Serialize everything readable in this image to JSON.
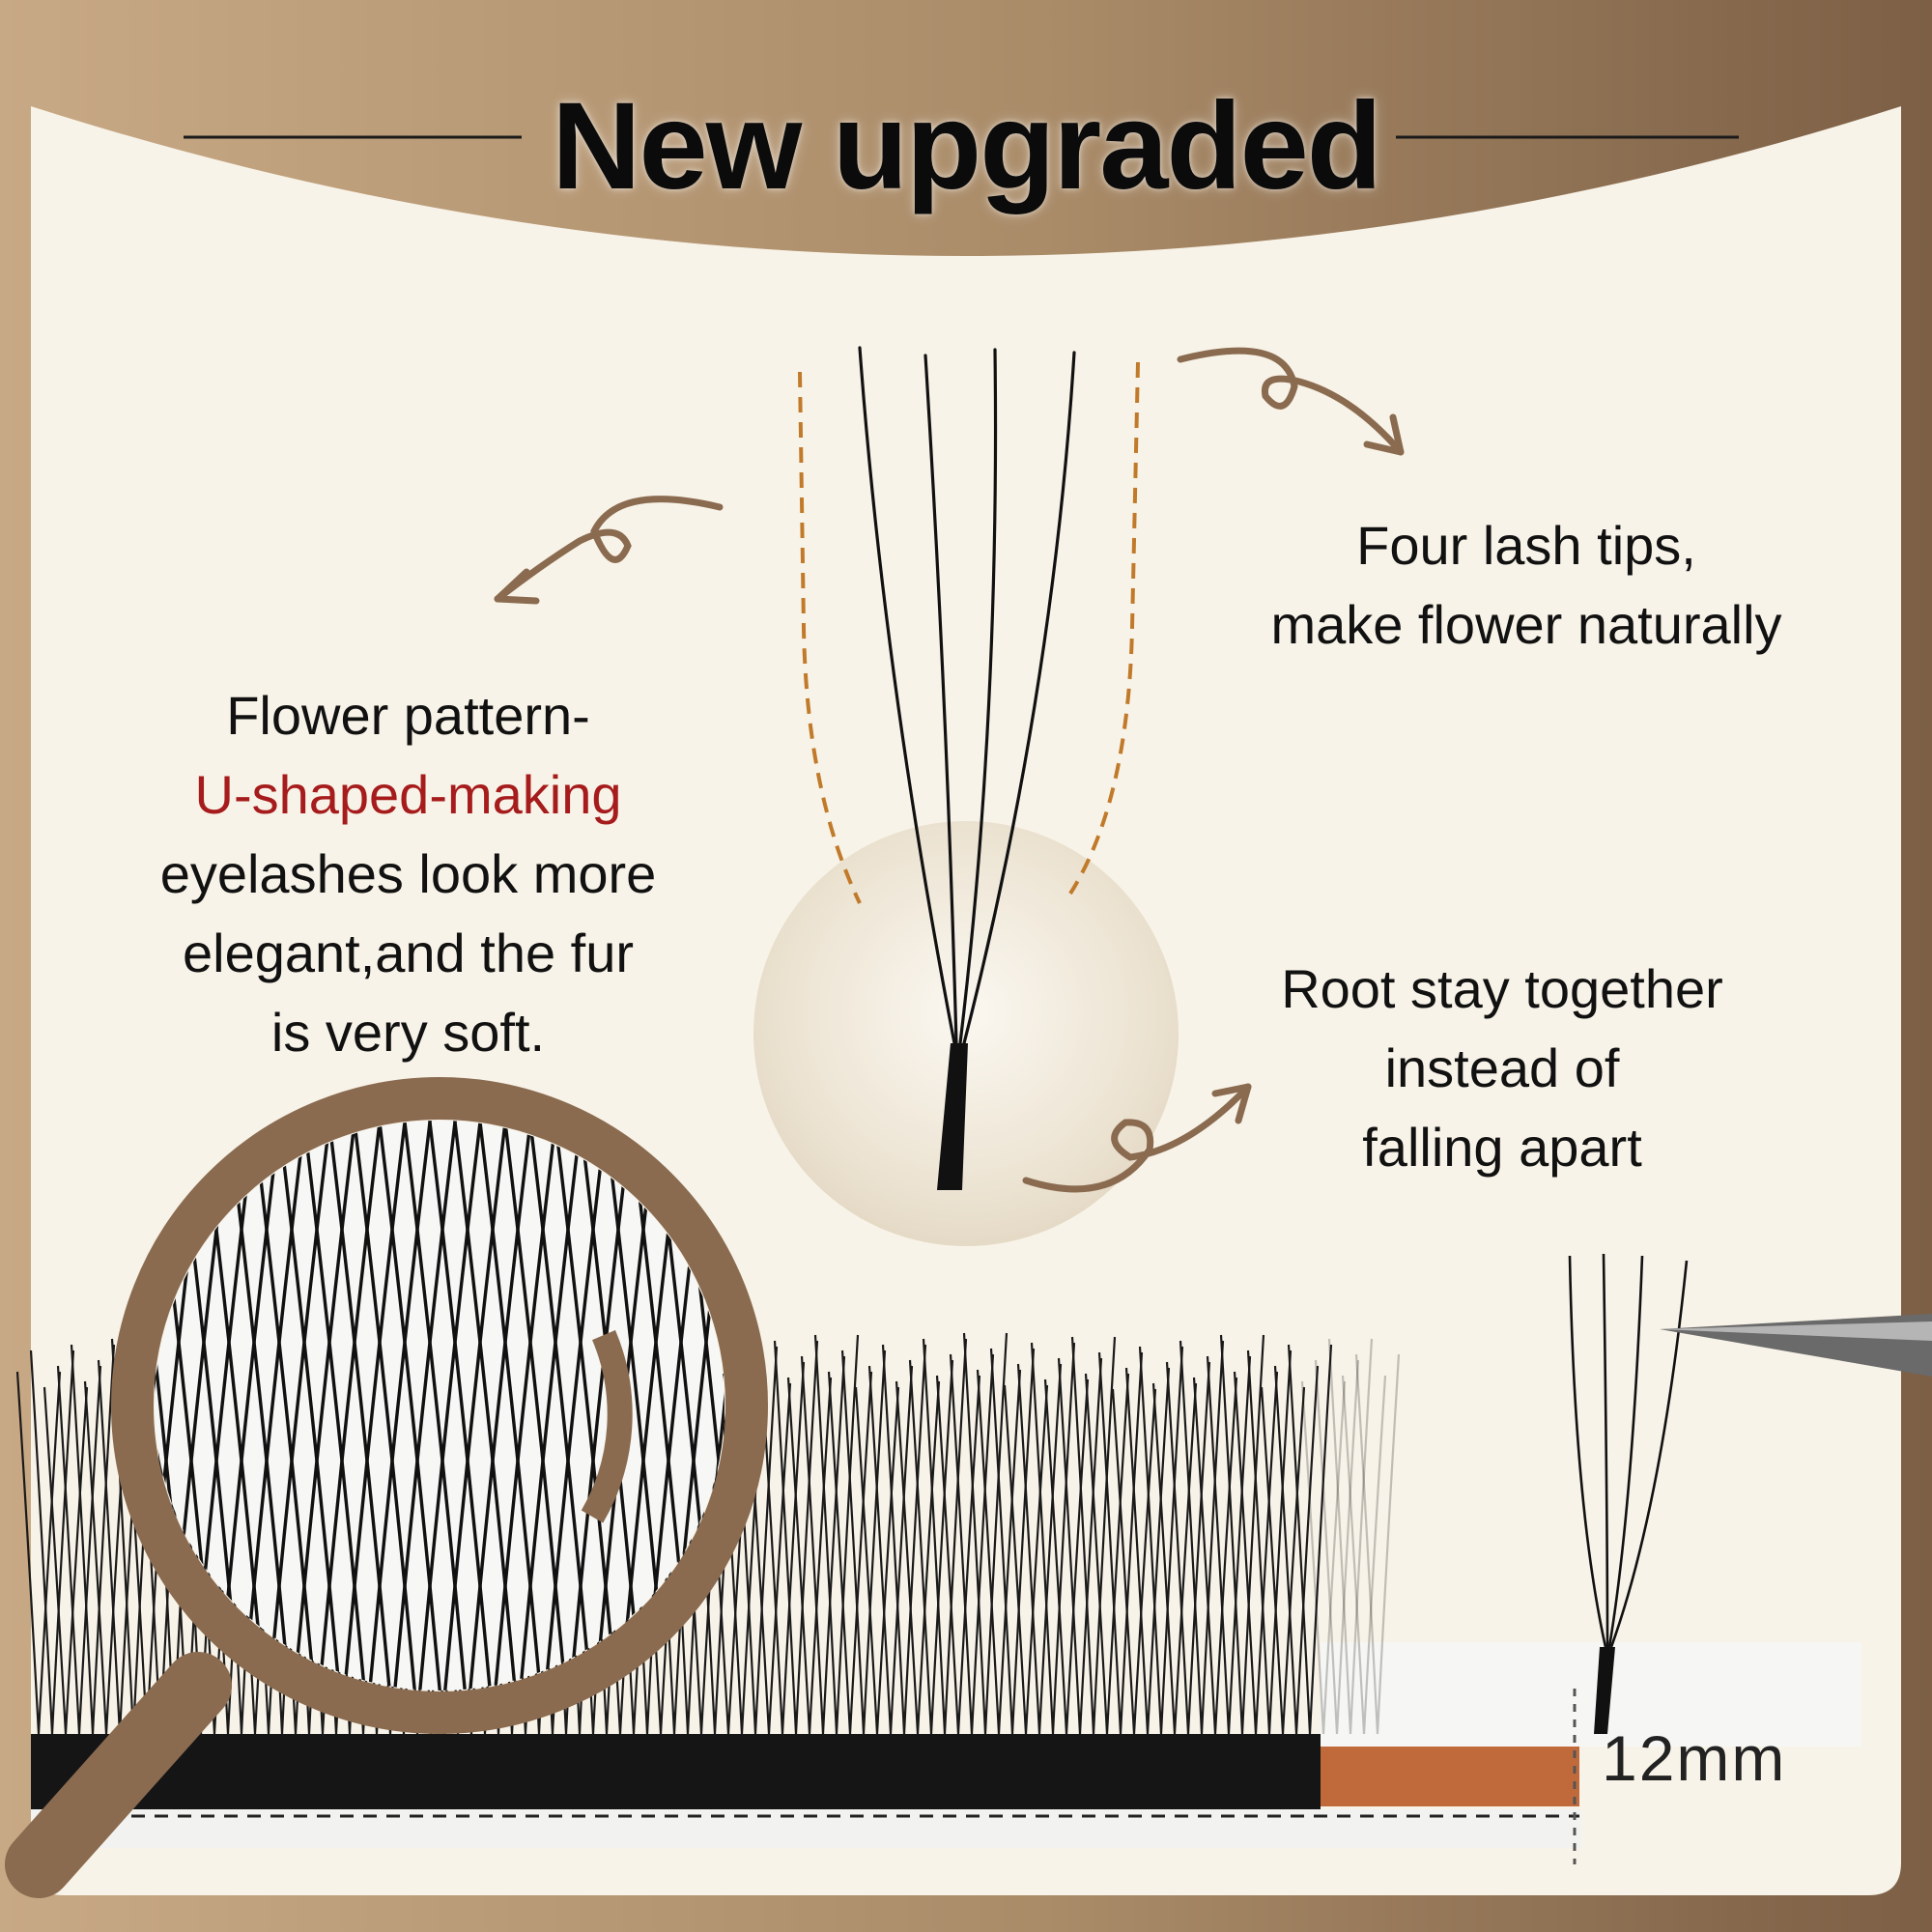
{
  "title": "New upgraded",
  "left_caption": {
    "line1": "Flower pattern-",
    "line2": "U-shaped-making",
    "line3": "eyelashes look more",
    "line4": "elegant,and the fur",
    "line5": "is very soft."
  },
  "top_right_caption": {
    "line1": "Four lash tips,",
    "line2": "make flower naturally"
  },
  "right_caption": {
    "line1": "Root stay together",
    "line2": "instead of",
    "line3": "falling apart"
  },
  "ruler_label": "12mm",
  "colors": {
    "frame": "#c4a57e",
    "header_dark": "#8c6d4e",
    "panel": "#f8f3e8",
    "arrow": "#8a6b50",
    "magnifier": "#8a6b50",
    "dashed_outline": "#c07a2a",
    "accent_text": "#a61c1c",
    "lash": "#111111",
    "band_copper": "#c06a3c"
  },
  "icons": [
    "curly-arrow-icon",
    "magnifier-icon",
    "tweezers-icon"
  ]
}
